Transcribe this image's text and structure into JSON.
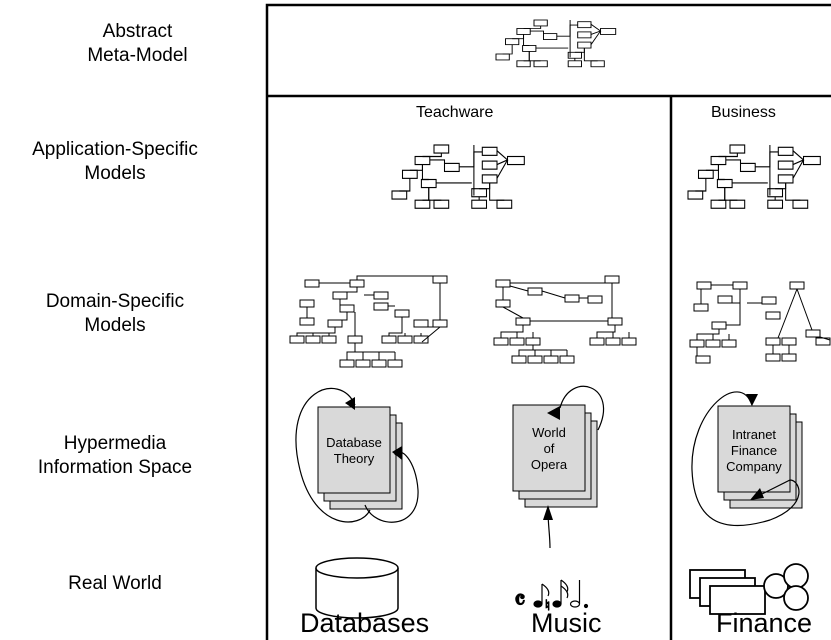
{
  "levels": {
    "abstract": [
      "Abstract",
      "Meta-Model"
    ],
    "application": [
      "Application-Specific",
      "Models"
    ],
    "domain": [
      "Domain-Specific",
      "Models"
    ],
    "hypermedia": [
      "Hypermedia",
      "Information Space"
    ],
    "realworld": [
      "Real World"
    ]
  },
  "columns": {
    "teachware": "Teachware",
    "business": "Business"
  },
  "documents": {
    "db": [
      "Database",
      "Theory"
    ],
    "opera": [
      "World",
      "of",
      "Opera"
    ],
    "finance": [
      "Intranet",
      "Finance",
      "Company"
    ]
  },
  "domains": {
    "databases": "Databases",
    "music": "Music",
    "finance": "Finance"
  },
  "colors": {
    "line": "#000000",
    "page_fill": "#d9d9d9",
    "background": "#ffffff"
  },
  "icons": [
    "database-cylinder-icon",
    "music-notes-icon",
    "finance-coins-icon"
  ]
}
